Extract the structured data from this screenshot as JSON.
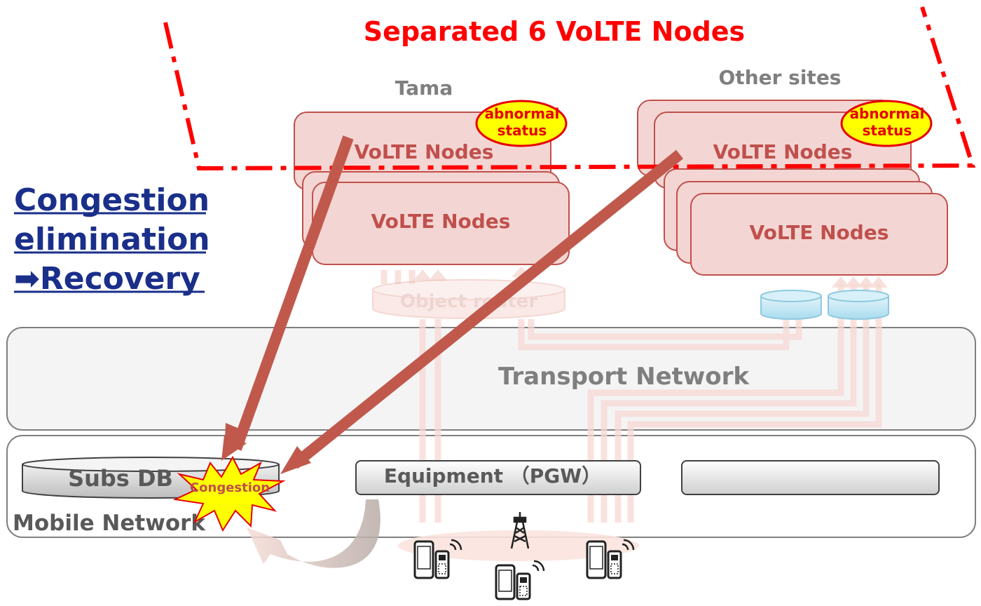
{
  "title": "Separated 6 VoLTE Nodes",
  "sites": {
    "tama": "Tama",
    "other": "Other sites"
  },
  "nodes": {
    "tama_back": "VoLTE Nodes",
    "tama_front": "VoLTE Nodes",
    "other_back": "VoLTE Nodes",
    "other_front": "VoLTE Nodes"
  },
  "badges": {
    "tama_line1": "abnormal",
    "tama_line2": "status",
    "other_line1": "abnormal",
    "other_line2": "status"
  },
  "object_router": "Object router",
  "transport_network": "Transport Network",
  "mobile_network": "Mobile Network",
  "subs_db": "Subs DB",
  "congestion": "Congestion",
  "equipment": "Equipment （PGW）",
  "side_heading": {
    "line1": "Congestion",
    "line2": "elimination",
    "line3": "➡Recovery"
  },
  "colors": {
    "title_red": "#ff0000",
    "node_fill": "#f3d6d3",
    "node_stroke": "#c0504d",
    "node_text": "#c0504d",
    "arrow": "#c0594c",
    "heading_blue": "#1a2f8a",
    "badge_fill": "#ffff00",
    "badge_text": "#e60000",
    "grey_text": "#7f7f7f"
  }
}
